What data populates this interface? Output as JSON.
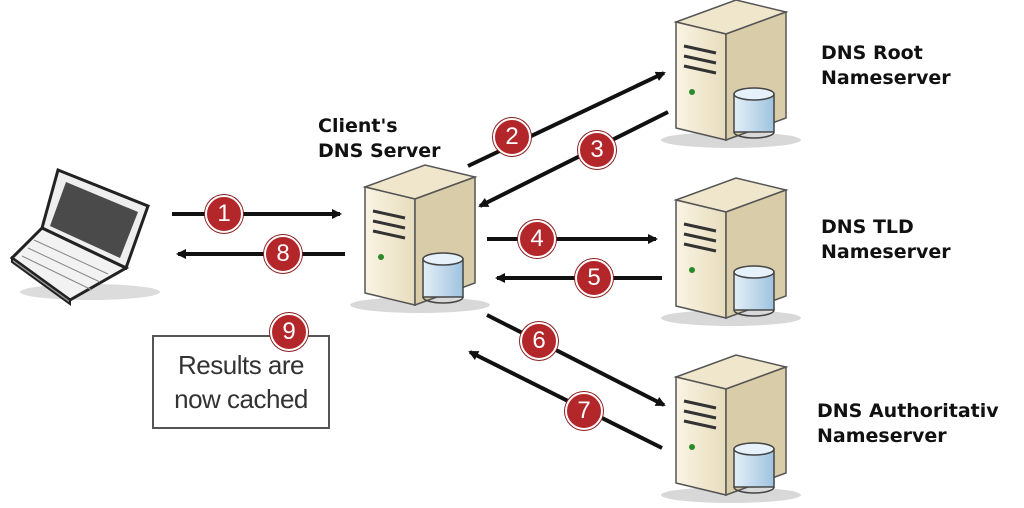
{
  "nodes": {
    "client_dns": {
      "line1": "Client's",
      "line2": "DNS Server"
    },
    "root": {
      "line1": "DNS Root",
      "line2": "Nameserver"
    },
    "tld": {
      "line1": "DNS TLD",
      "line2": "Nameserver"
    },
    "auth": {
      "line1": "DNS Authoritativ",
      "line2": "Nameserver"
    }
  },
  "cache_note": {
    "line1": "Results are",
    "line2": "now cached"
  },
  "steps": [
    "1",
    "2",
    "3",
    "4",
    "5",
    "6",
    "7",
    "8",
    "9"
  ],
  "colors": {
    "badge": "#b3262a",
    "arrow": "#111111",
    "server_body": "#f3ead3",
    "disk": "#c9dff0"
  }
}
